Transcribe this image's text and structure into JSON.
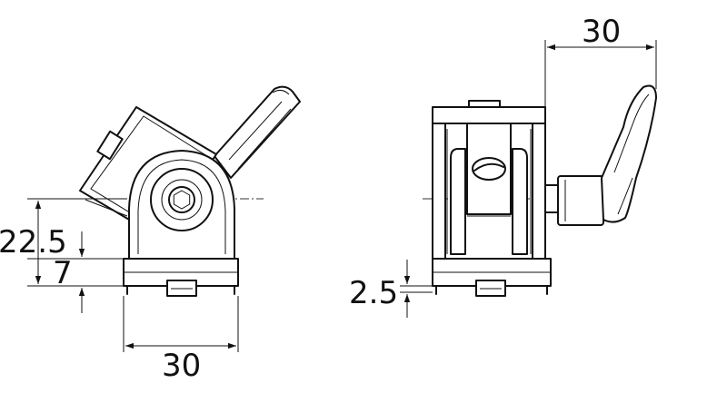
{
  "dimensions": {
    "left_height_outer": "22.5",
    "left_height_inner": "7",
    "left_width": "30",
    "right_width": "30",
    "right_height_small": "2.5"
  }
}
